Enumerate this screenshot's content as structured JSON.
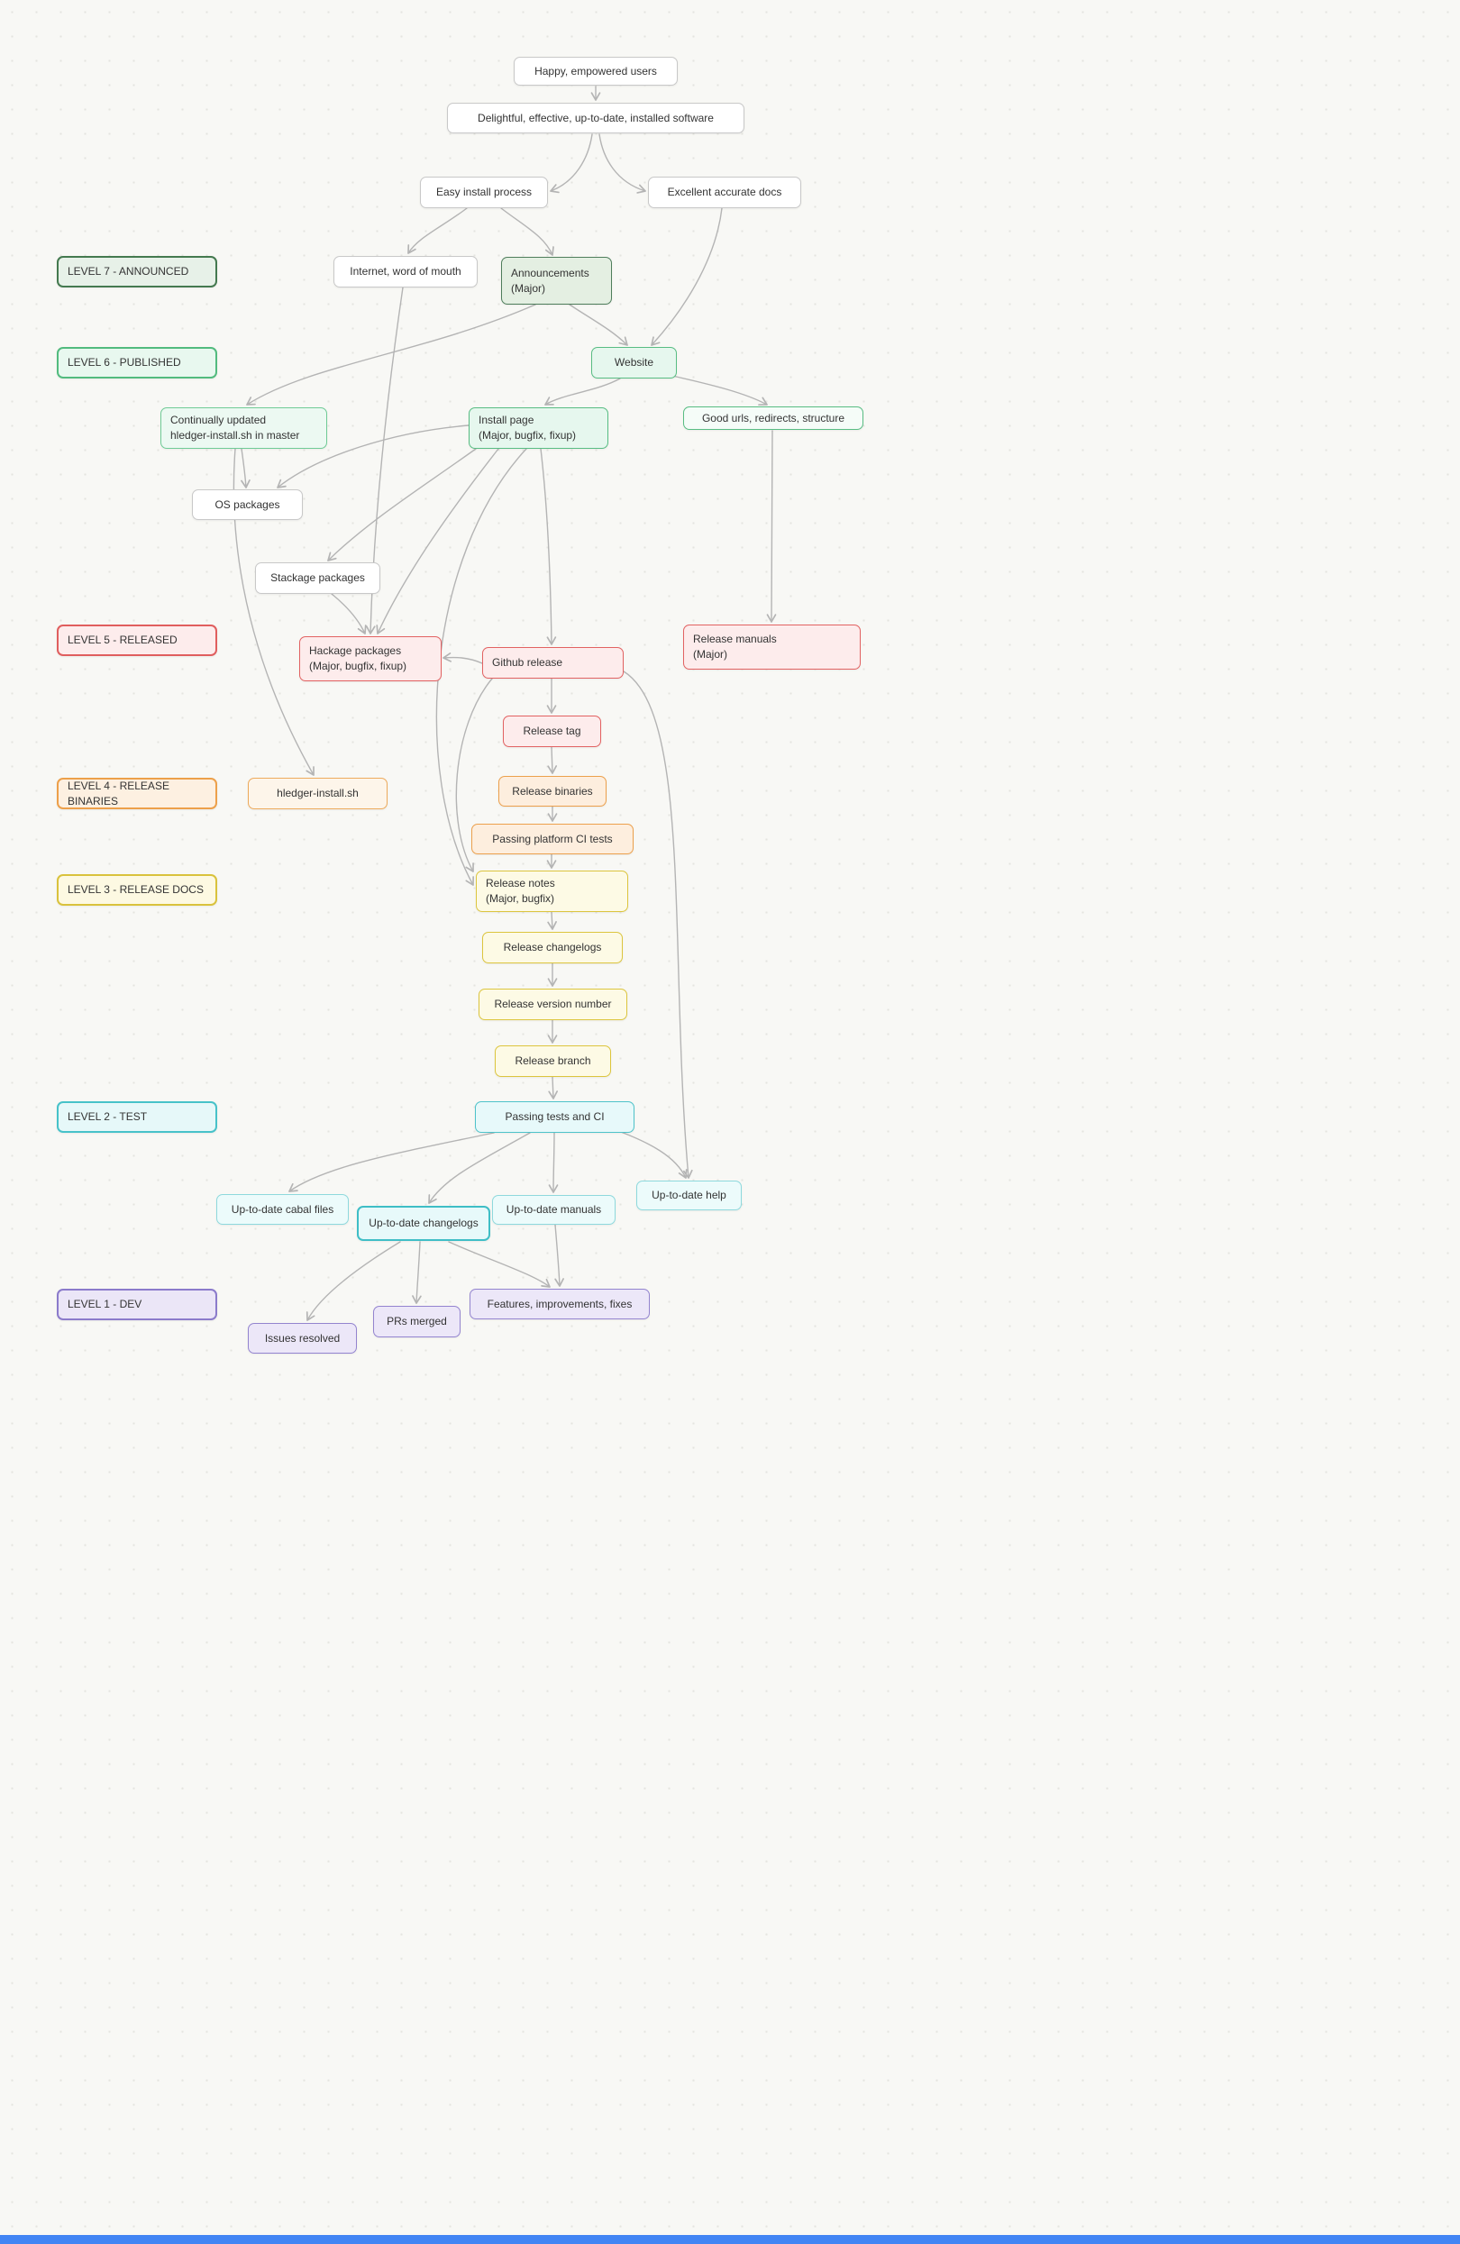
{
  "diagram": {
    "levels": [
      {
        "id": "level7",
        "label": "LEVEL 7 - ANNOUNCED"
      },
      {
        "id": "level6",
        "label": "LEVEL 6 - PUBLISHED"
      },
      {
        "id": "level5",
        "label": "LEVEL 5 - RELEASED"
      },
      {
        "id": "level4",
        "label": "LEVEL 4 - RELEASE BINARIES"
      },
      {
        "id": "level3",
        "label": "LEVEL 3 - RELEASE DOCS"
      },
      {
        "id": "level2",
        "label": "LEVEL 2 - TEST"
      },
      {
        "id": "level1",
        "label": "LEVEL 1 - DEV"
      }
    ],
    "nodes": {
      "happy": {
        "label": "Happy, empowered users"
      },
      "delightful": {
        "label": "Delightful, effective, up-to-date, installed software"
      },
      "easy": {
        "label": "Easy install process"
      },
      "docs": {
        "label": "Excellent accurate docs"
      },
      "internet": {
        "label": "Internet, word of mouth"
      },
      "announce": {
        "label": "Announcements\n(Major)"
      },
      "website": {
        "label": "Website"
      },
      "continually": {
        "label": "Continually updated\nhledger-install.sh in master"
      },
      "installpage": {
        "label": "Install page\n(Major, bugfix, fixup)"
      },
      "goodurls": {
        "label": "Good urls, redirects, structure"
      },
      "ospkg": {
        "label": "OS packages"
      },
      "stackage": {
        "label": "Stackage packages"
      },
      "hackage": {
        "label": "Hackage packages\n(Major, bugfix, fixup)"
      },
      "github": {
        "label": "Github release"
      },
      "relmanuals": {
        "label": "Release manuals\n(Major)"
      },
      "reltag": {
        "label": "Release tag"
      },
      "hledgersh": {
        "label": "hledger-install.sh"
      },
      "relbin": {
        "label": "Release binaries"
      },
      "passingci": {
        "label": "Passing platform CI tests"
      },
      "relnotes": {
        "label": "Release notes\n(Major, bugfix)"
      },
      "relchange": {
        "label": "Release changelogs"
      },
      "relver": {
        "label": "Release version number"
      },
      "relbranch": {
        "label": "Release branch"
      },
      "passtests": {
        "label": "Passing tests and CI"
      },
      "cabal": {
        "label": "Up-to-date cabal files"
      },
      "utdchange": {
        "label": "Up-to-date changelogs"
      },
      "utdmanuals": {
        "label": "Up-to-date manuals"
      },
      "utdhelp": {
        "label": "Up-to-date help"
      },
      "features": {
        "label": "Features, improvements, fixes"
      },
      "prs": {
        "label": "PRs merged"
      },
      "issues": {
        "label": "Issues resolved"
      }
    },
    "edges": [
      {
        "from": "happy",
        "to": "delightful"
      },
      {
        "from": "delightful",
        "to": "easy"
      },
      {
        "from": "delightful",
        "to": "docs"
      },
      {
        "from": "easy",
        "to": "internet"
      },
      {
        "from": "easy",
        "to": "announce"
      },
      {
        "from": "docs",
        "to": "website"
      },
      {
        "from": "announce",
        "to": "website"
      },
      {
        "from": "announce",
        "to": "continually"
      },
      {
        "from": "website",
        "to": "installpage"
      },
      {
        "from": "website",
        "to": "goodurls"
      },
      {
        "from": "goodurls",
        "to": "relmanuals"
      },
      {
        "from": "continually",
        "to": "ospkg"
      },
      {
        "from": "continually",
        "to": "hledgersh"
      },
      {
        "from": "installpage",
        "to": "ospkg"
      },
      {
        "from": "installpage",
        "to": "stackage"
      },
      {
        "from": "installpage",
        "to": "hackage"
      },
      {
        "from": "stackage",
        "to": "hackage"
      },
      {
        "from": "installpage",
        "to": "github"
      },
      {
        "from": "installpage",
        "to": "relnotes"
      },
      {
        "from": "github",
        "to": "reltag"
      },
      {
        "from": "reltag",
        "to": "relbin"
      },
      {
        "from": "relbin",
        "to": "passingci"
      },
      {
        "from": "passingci",
        "to": "relnotes"
      },
      {
        "from": "relnotes",
        "to": "relchange"
      },
      {
        "from": "relchange",
        "to": "relver"
      },
      {
        "from": "relver",
        "to": "relbranch"
      },
      {
        "from": "relbranch",
        "to": "passtests"
      },
      {
        "from": "passtests",
        "to": "cabal"
      },
      {
        "from": "passtests",
        "to": "utdchange"
      },
      {
        "from": "passtests",
        "to": "utdmanuals"
      },
      {
        "from": "passtests",
        "to": "utdhelp"
      },
      {
        "from": "github",
        "to": "utdhelp"
      },
      {
        "from": "github",
        "to": "relnotes"
      },
      {
        "from": "utdchange",
        "to": "prs"
      },
      {
        "from": "utdchange",
        "to": "issues"
      },
      {
        "from": "utdmanuals",
        "to": "features"
      },
      {
        "from": "internet",
        "to": "hackage"
      },
      {
        "from": "github",
        "to": "hackage"
      },
      {
        "from": "utdchange",
        "to": "features"
      }
    ],
    "colors": {
      "edge": "#b4b4b4",
      "green_dark": "#44794f",
      "green": "#52bb7e",
      "red": "#e05e5e",
      "orange": "#eda04a",
      "yellow": "#d9c23c",
      "cyan": "#47c2c9",
      "purple": "#8b7bcb",
      "background": "#f8f8f5",
      "bottom_bar": "#4285f4"
    }
  }
}
